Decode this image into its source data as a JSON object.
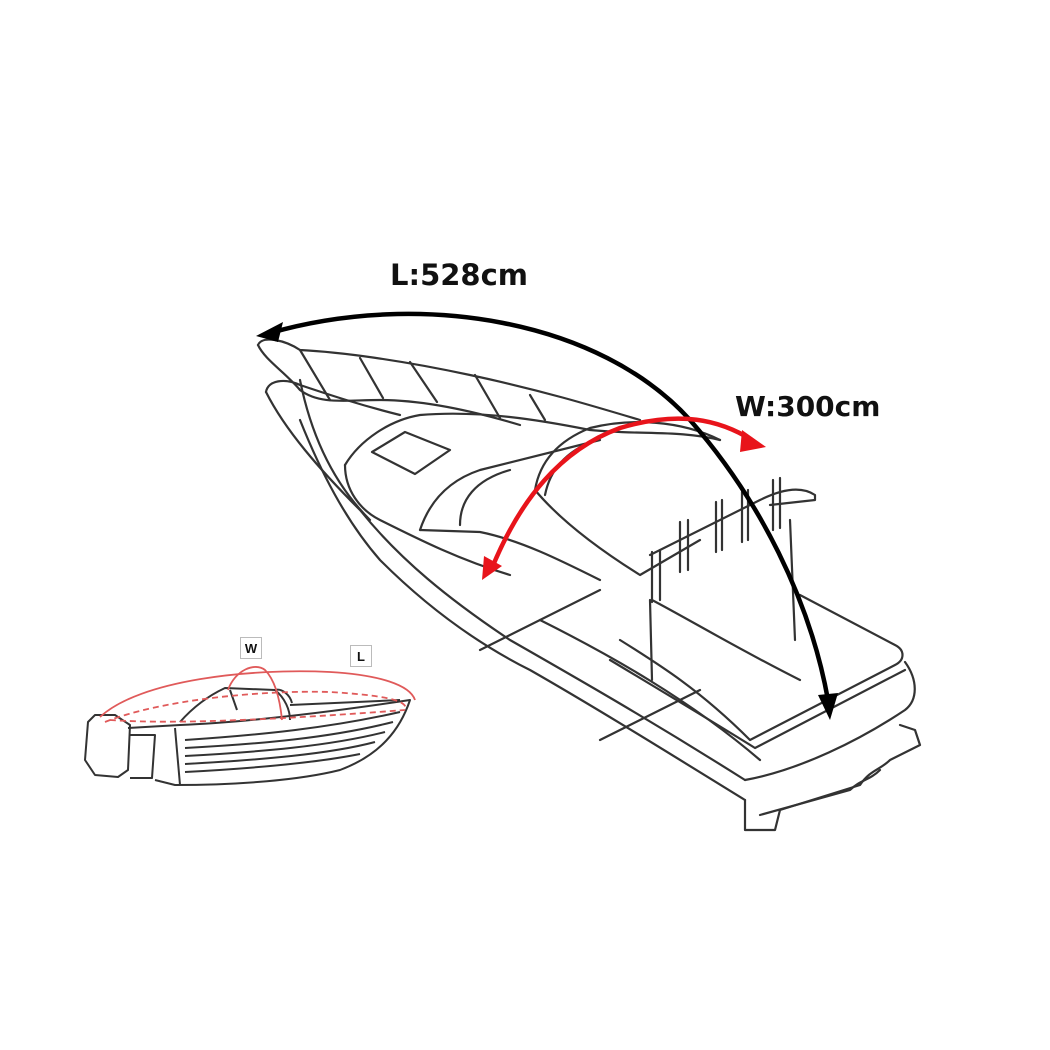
{
  "diagram": {
    "subject": "Boat cover dimensions diagram",
    "main_illustration": "bowrider-boat-line-drawing",
    "length_label": "L:528cm",
    "width_label": "W:300cm",
    "length_value_cm": 528,
    "width_value_cm": 300,
    "inset": {
      "illustration": "runabout-boat-measurement-guide",
      "width_tag": "W",
      "length_tag": "L"
    },
    "colors": {
      "length_arrow": "#000000",
      "width_arrow": "#e8141b",
      "inset_measure": "#e05a5a",
      "outline": "#333333",
      "background": "#ffffff"
    }
  }
}
